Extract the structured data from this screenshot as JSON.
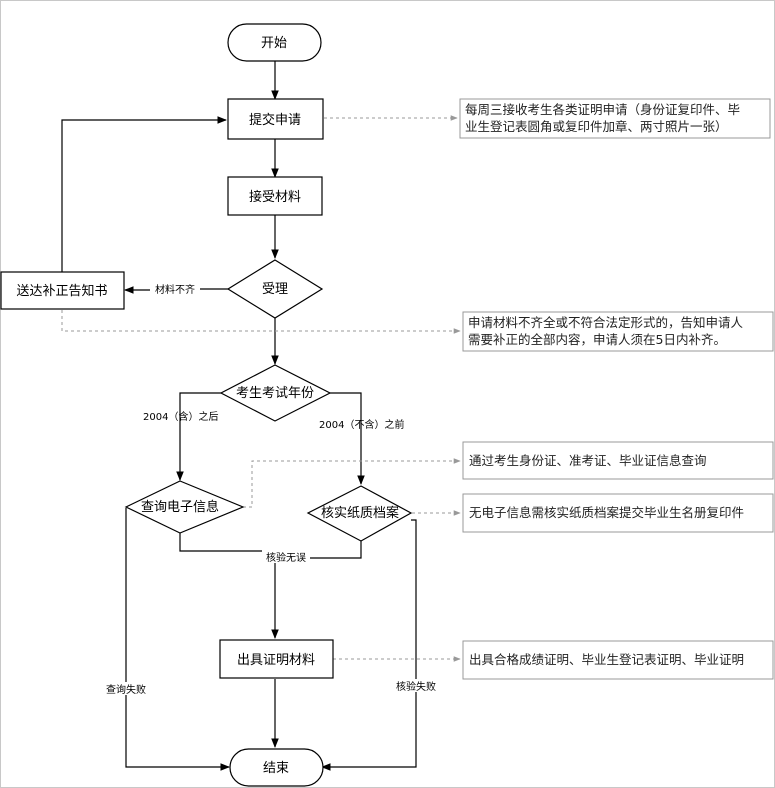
{
  "nodes": {
    "start": "开始",
    "submit": "提交申请",
    "receive": "接受材料",
    "accept": "受理",
    "notice": "送达补正告知书",
    "year": "考生考试年份",
    "query": "查询电子信息",
    "verify": "核实纸质档案",
    "issue": "出具证明材料",
    "end": "结束"
  },
  "edge_labels": {
    "incomplete": "材料不齐",
    "after2004": "2004（含）之后",
    "before2004": "2004（不含）之前",
    "verified_ok": "核验无误",
    "query_fail": "查询失败",
    "verify_fail": "核验失败"
  },
  "notes": {
    "submit_note": [
      "每周三接收考生各类证明申请（身份证复印件、毕",
      "业生登记表圆角或复印件加章、两寸照片一张）"
    ],
    "accept_note": [
      "申请材料不齐全或不符合法定形式的，告知申请人",
      "需要补正的全部内容，申请人须在5日内补齐。"
    ],
    "query_note": [
      "通过考生身份证、准考证、毕业证信息查询"
    ],
    "verify_note": [
      "无电子信息需核实纸质档案提交毕业生名册复印件"
    ],
    "issue_note": [
      "出具合格成绩证明、毕业生登记表证明、毕业证明"
    ]
  },
  "colors": {
    "line": "#000000",
    "note_border": "#999999",
    "dashed": "#999999"
  }
}
